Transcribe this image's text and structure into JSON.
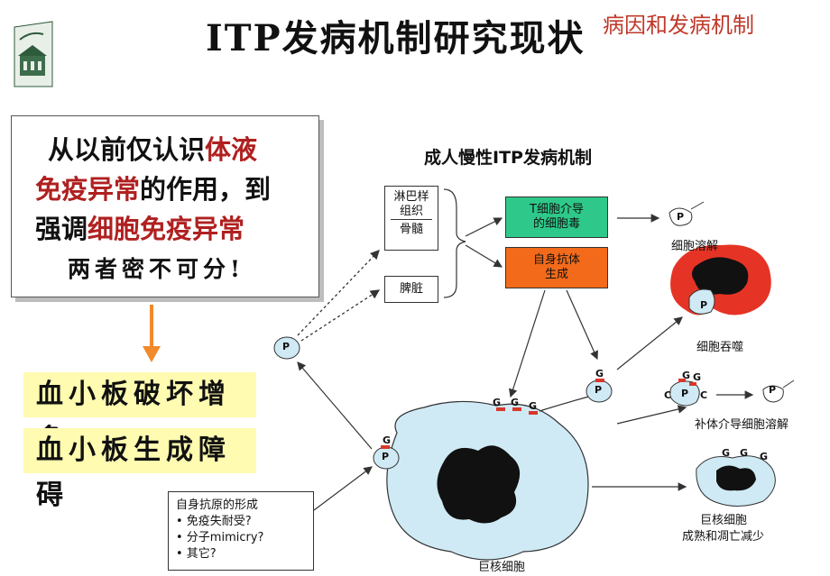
{
  "title": "ITP发病机制研究现状",
  "corner_label": "病因和发病机制",
  "claim": {
    "line1_black": "从以前仅认识",
    "line1_red": "体液",
    "line2_red": "免疫异常",
    "line2_black": "的作用，到",
    "line3_black": "强调",
    "line3_red": "细胞免疫异常",
    "line4": "两者密不可分!"
  },
  "outcomes": {
    "destruction": "血小板破坏增多",
    "production": "血小板生成障碍"
  },
  "diagram": {
    "title": "成人慢性ITP发病机制",
    "lymph_line1": "淋巴样",
    "lymph_line2": "组织",
    "lymph_line3": "骨髓",
    "spleen": "脾脏",
    "t_cell_line1": "T细胞介导",
    "t_cell_line2": "的细胞毒",
    "autoantibody_line1": "自身抗体",
    "autoantibody_line2": "生成",
    "cell_lysis": "细胞溶解",
    "phagocytosis": "细胞吞噬",
    "complement_lysis": "补体介导细胞溶解",
    "mk_line1": "巨核细胞",
    "mk_line2": "成熟和凋亡减少",
    "megakaryocyte": "巨核细胞",
    "platelet_letter": "P",
    "g_letter": "G",
    "c_letter": "C",
    "antigen_title": "自身抗原的形成",
    "antigen_items": [
      "• 免疫失耐受?",
      "• 分子mimicry?",
      "• 其它?"
    ]
  },
  "colors": {
    "green_box": "#2ec98a",
    "orange_box": "#f36a1a",
    "red_text": "#b02020",
    "cell_blue": "#cfeaf5",
    "antibody_red": "#d9382b",
    "highlight_yellow": "#fffbb0"
  }
}
